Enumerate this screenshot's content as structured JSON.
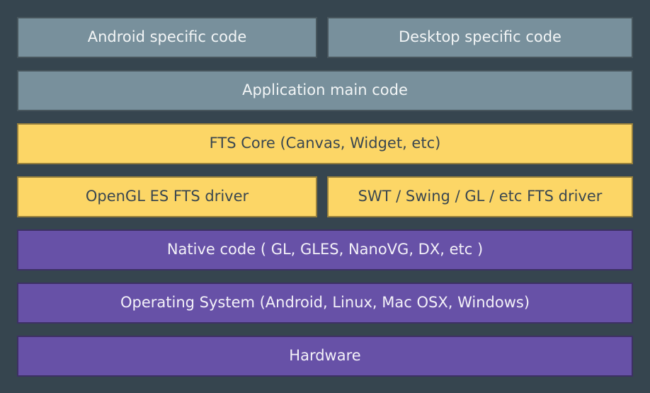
{
  "colors": {
    "background": "#36454f",
    "slate_fill": "#78909c",
    "slate_text": "#f2f5f6",
    "yellow_fill": "#fcd666",
    "yellow_text": "#3a4750",
    "purple_fill": "#6751a7",
    "purple_text": "#f3f1f8"
  },
  "diagram": {
    "type": "layered-architecture-stack",
    "rows": [
      {
        "boxes": [
          {
            "label": "Android specific code",
            "color": "slate"
          },
          {
            "label": "Desktop specific code",
            "color": "slate"
          }
        ]
      },
      {
        "boxes": [
          {
            "label": "Application main code",
            "color": "slate"
          }
        ]
      },
      {
        "boxes": [
          {
            "label": "FTS Core (Canvas, Widget, etc)",
            "color": "yellow"
          }
        ]
      },
      {
        "boxes": [
          {
            "label": "OpenGL ES FTS driver",
            "color": "yellow"
          },
          {
            "label": "SWT / Swing / GL / etc FTS driver",
            "color": "yellow"
          }
        ]
      },
      {
        "boxes": [
          {
            "label": "Native code ( GL, GLES, NanoVG, DX, etc )",
            "color": "purple"
          }
        ]
      },
      {
        "boxes": [
          {
            "label": "Operating System (Android, Linux, Mac OSX, Windows)",
            "color": "purple"
          }
        ]
      },
      {
        "boxes": [
          {
            "label": "Hardware",
            "color": "purple"
          }
        ]
      }
    ]
  }
}
